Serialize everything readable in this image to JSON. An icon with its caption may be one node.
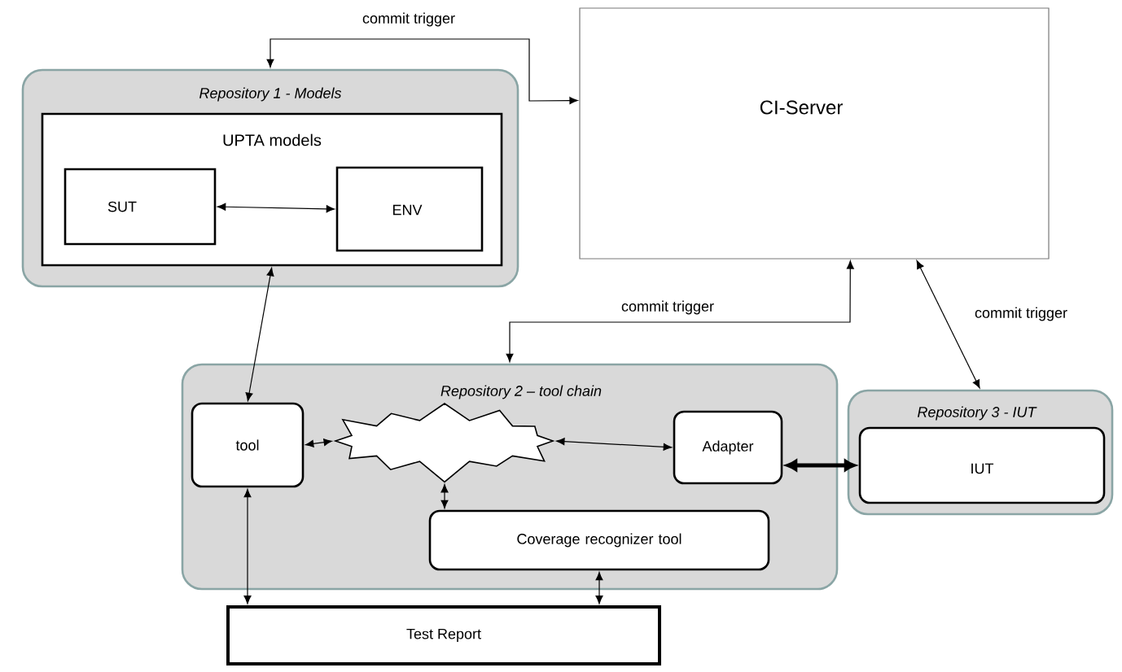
{
  "diagram": {
    "nodes": [
      {
        "text": [
          "*Repository 1 - Models*"
        ]
      },
      {
        "text": [
          "UPTA models"
        ],
        "in": 0
      },
      {
        "text": [
          "SUT"
        ],
        "in": 1
      },
      {
        "text": [
          "ENV"
        ],
        "in": 1
      },
      {
        "text": [
          "CI-Server"
        ]
      },
      {
        "text": [
          "*Repository 2 – tool chain*"
        ]
      },
      {
        "text": [
          "tool"
        ],
        "in": 5
      },
      {
        "text": [],
        "shape": "starburst",
        "in": 5
      },
      {
        "text": [
          "Adapter"
        ],
        "in": 5
      },
      {
        "text": [
          "Coverage recognizer tool"
        ],
        "in": 5
      },
      {
        "text": [
          "*Repository 3 - IUT*"
        ]
      },
      {
        "text": [
          "IUT"
        ],
        "in": 10
      },
      {
        "text": [
          "Test Report"
        ]
      }
    ],
    "edges": [
      {
        "from": 0,
        "to": 4,
        "arrow": "both",
        "label": "commit trigger"
      },
      {
        "from": 5,
        "to": 4,
        "arrow": "both",
        "label": "commit trigger"
      },
      {
        "from": 4,
        "to": 10,
        "arrow": "both",
        "label": "commit trigger"
      },
      {
        "from": 1,
        "to": 6,
        "arrow": "both"
      },
      {
        "from": 2,
        "to": 3,
        "arrow": "both"
      },
      {
        "from": 6,
        "to": 7,
        "arrow": "both"
      },
      {
        "from": 7,
        "to": 8,
        "arrow": "both"
      },
      {
        "from": 7,
        "to": 9,
        "arrow": "both"
      },
      {
        "from": 8,
        "to": 11,
        "arrow": "both",
        "style": "thick"
      },
      {
        "from": 6,
        "to": 12,
        "arrow": "both"
      },
      {
        "from": 9,
        "to": 12,
        "arrow": "both"
      }
    ]
  }
}
